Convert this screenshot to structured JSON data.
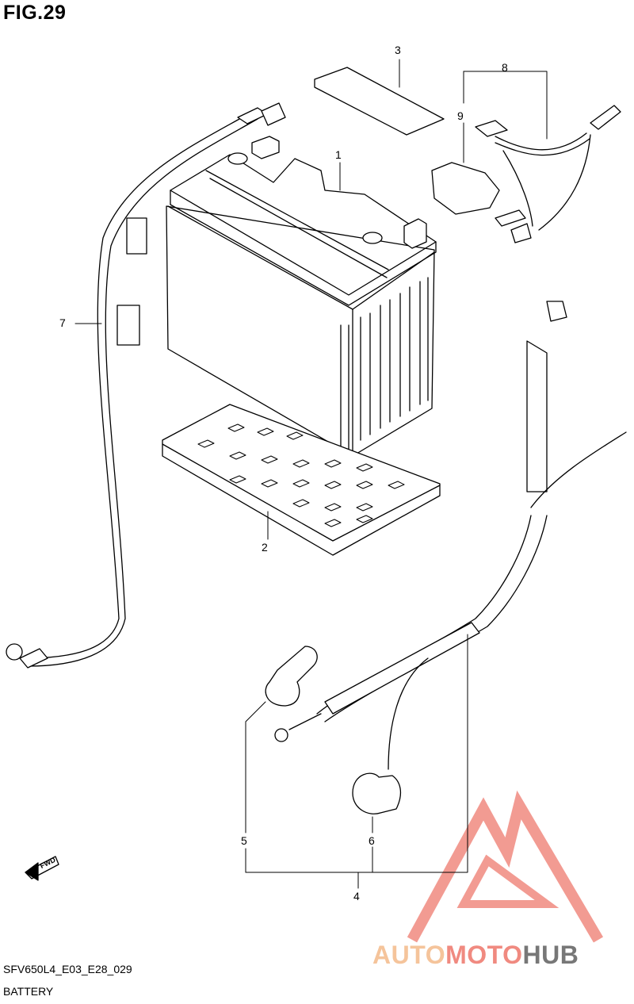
{
  "figure": {
    "title": "FIG.29"
  },
  "callouts": {
    "c1": "1",
    "c2": "2",
    "c3": "3",
    "c4": "4",
    "c5": "5",
    "c6": "6",
    "c7": "7",
    "c8": "8",
    "c9": "9"
  },
  "fwd_label": "FWD",
  "caption": {
    "code": "SFV650L4_E03_E28_029",
    "name": "BATTERY"
  },
  "watermark": {
    "part1": "AUTO",
    "part2": "MOTO",
    "part3": "HUB",
    "colors": {
      "auto": "#f5c49b",
      "moto": "#f08a80",
      "hub": "#777777",
      "triangle": "#f08a80"
    }
  }
}
